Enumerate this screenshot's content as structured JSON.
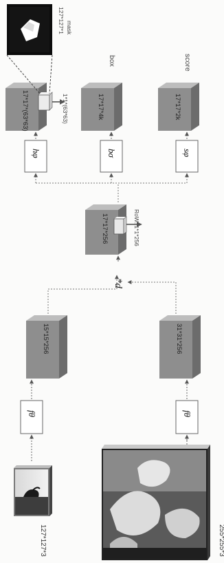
{
  "diagram": {
    "images": {
      "exemplar_label": "127*127*3",
      "search_label": "255*255*3"
    },
    "functions": {
      "f_exemplar": "fθ",
      "f_search": "fθ",
      "h": "hφ",
      "b": "bσ",
      "s": "sφ"
    },
    "operator": "*d",
    "cubes": {
      "exemplar_feat": "15*15*256",
      "search_feat": "31*31*256",
      "response": "17*17*256",
      "mask_branch": "17*17*(63*63)",
      "box_branch": "17*17*4k",
      "score_branch": "17*17*2k"
    },
    "annotations": {
      "row": "RoW: 1*1*256",
      "mask_vector": "1*1*(63*63)",
      "mask_size": "127*127*1",
      "mask_word": "mask"
    },
    "heads": {
      "box": "box",
      "score": "score"
    },
    "colors": {
      "cube_front": "#8d8d8d",
      "cube_top": "#b9b9b9",
      "cube_side": "#6f6f6f",
      "line": "#6a6a6a"
    }
  }
}
